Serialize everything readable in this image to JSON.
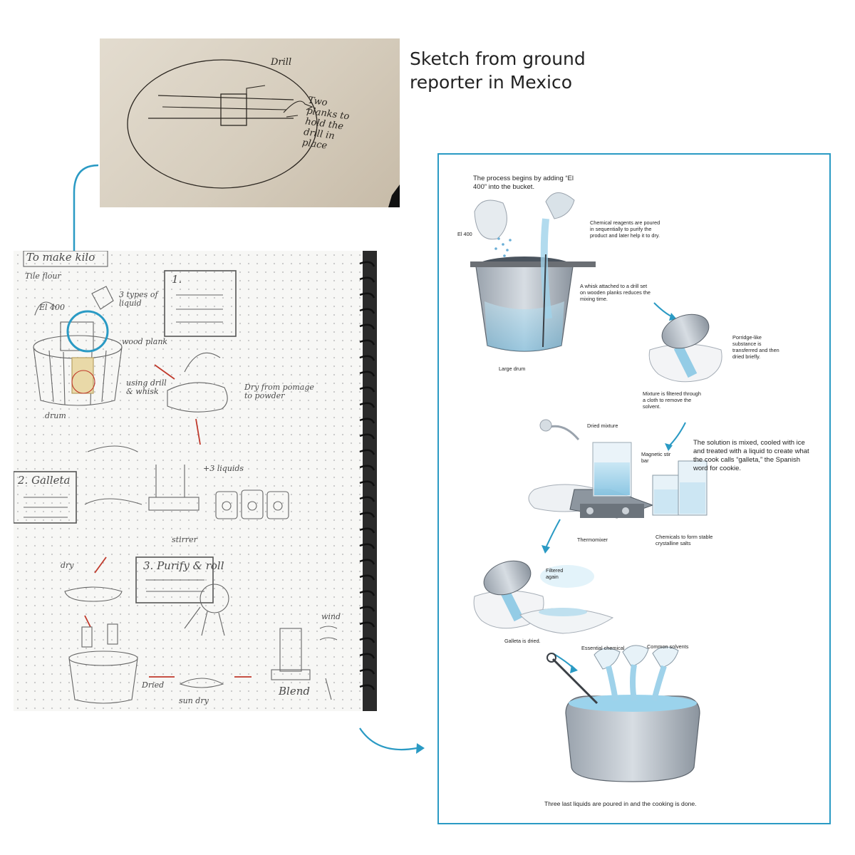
{
  "caption": {
    "line1": "Sketch from ground",
    "line2": "reporter in Mexico"
  },
  "reporter_sketch": {
    "label_drill": "Drill",
    "label_planks": "Two planks to hold the drill in place"
  },
  "notebook": {
    "header": "To make kilo",
    "notes": {
      "tile_flour": "Tile flour",
      "el400": "El 400",
      "three_liquids_top": "3 types of liquid",
      "wood_plank": "wood plank",
      "using_drill": "using drill & whisk",
      "drum": "drum",
      "dry": "Dry from pomage to powder",
      "step1": "1.",
      "step2": "2. Galleta",
      "plus3": "+3 liquids",
      "stirrer": "stirrer",
      "dry2": "dry",
      "step3": "3. Purify & roll",
      "wind": "wind",
      "blend": "Blend",
      "sundry": "sun dry",
      "dried": "Dried"
    }
  },
  "graphic": {
    "intro": "The process begins by adding “El 400” into the bucket.",
    "el400": "El 400",
    "reagents": "Chemical reagents are poured in sequentially to purify the product and later help it to dry.",
    "whisk": "A whisk attached to a drill set on wooden planks reduces the mixing time.",
    "large_drum": "Large drum",
    "porridge": "Porridge-like substance is transferred and then dried briefly.",
    "filtered": "Mixture is filtered through a cloth to remove the solvent.",
    "dried_mixture": "Dried mixture",
    "solution": "The solution is mixed, cooled with ice and treated with a liquid to create what the cook calls “galleta,” the Spanish word for cookie.",
    "stir_bar": "Magnetic stir bar",
    "thermomixer": "Thermomixer",
    "chemicals": "Chemicals to form stable crystalline salts",
    "filtered_again": "Filtered again",
    "galleta_dried": "Galleta is dried.",
    "essential": "Essential chemical",
    "common": "Common solvents",
    "final": "Three last liquids are poured in and the cooking is done."
  },
  "colors": {
    "accent": "#2a9ac4",
    "liquid": "#7cc2e2",
    "pencil": "#555555",
    "red_pencil": "#c0392b"
  }
}
